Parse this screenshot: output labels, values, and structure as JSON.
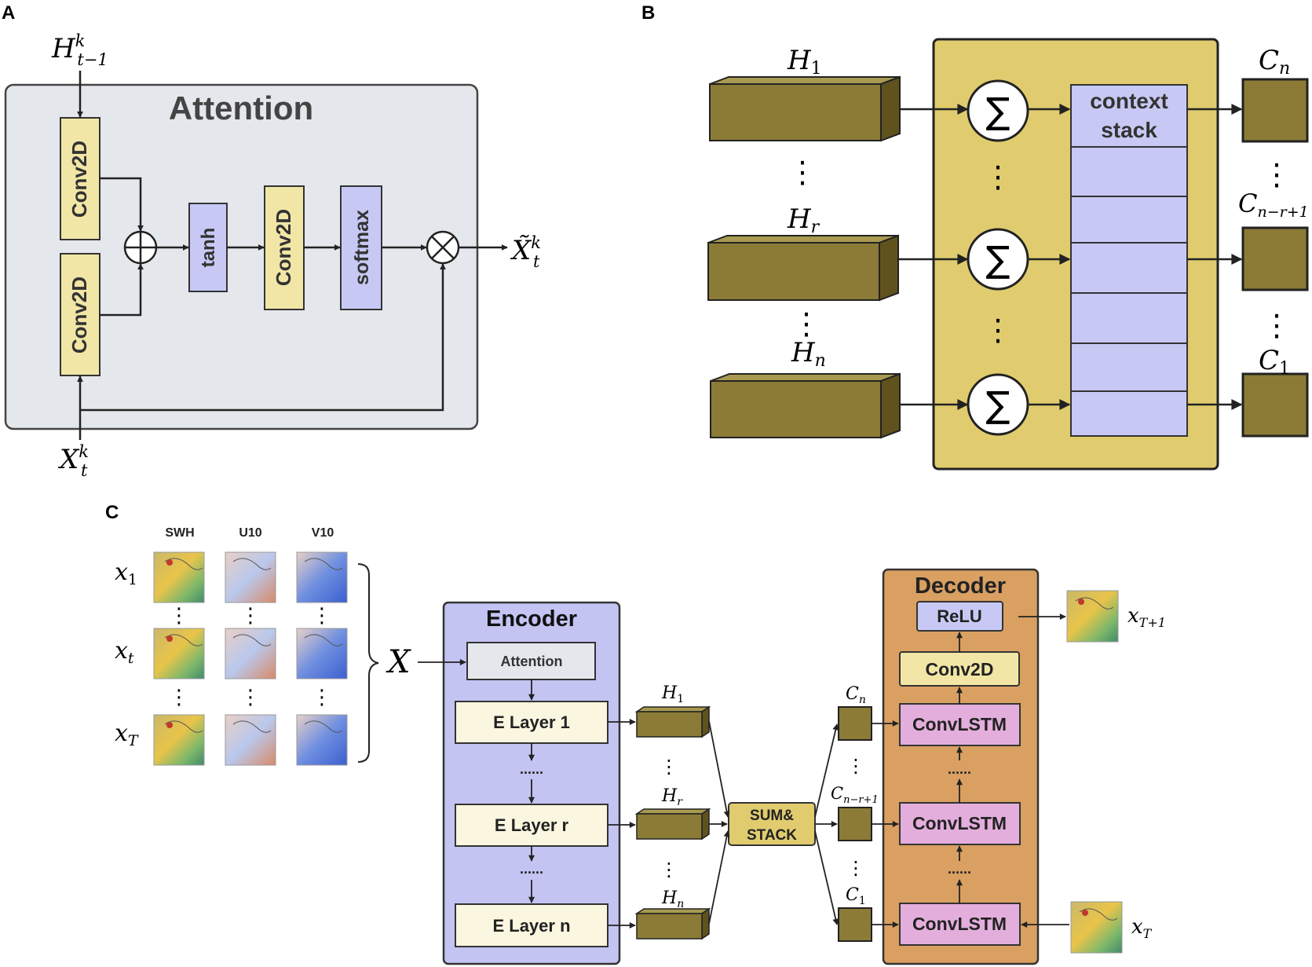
{
  "panel_a": {
    "letter": "A",
    "title": "Attention",
    "input_top": {
      "base": "H",
      "sup": "k",
      "sub": "t−1"
    },
    "input_bottom": {
      "base": "X",
      "sup": "k",
      "sub": "t"
    },
    "output": {
      "base": "X̃",
      "sup": "k",
      "sub": "t"
    },
    "conv_top": "Conv2D",
    "conv_bottom": "Conv2D",
    "tanh": "tanh",
    "conv_mid": "Conv2D",
    "softmax": "softmax"
  },
  "panel_b": {
    "letter": "B",
    "h1": {
      "base": "H",
      "sub": "1"
    },
    "hr": {
      "base": "H",
      "sub": "r"
    },
    "hn": {
      "base": "H",
      "sub": "n"
    },
    "context_line1": "context",
    "context_line2": "stack",
    "cn": {
      "base": "C",
      "sub": "n"
    },
    "cnr": {
      "base": "C",
      "sub": "n−r+1"
    },
    "c1": {
      "base": "C",
      "sub": "1"
    },
    "sigma": "∑",
    "ellipsis": "⋮"
  },
  "panel_c": {
    "letter": "C",
    "columns": [
      "SWH",
      "U10",
      "V10"
    ],
    "rows": [
      {
        "base": "x",
        "sub": "1"
      },
      {
        "base": "x",
        "sub": "t"
      },
      {
        "base": "x",
        "sub": "T"
      }
    ],
    "x_label": "X",
    "encoder_title": "Encoder",
    "attention": "Attention",
    "layer1": "E Layer 1",
    "layerr": "E Layer r",
    "layern": "E Layer n",
    "dots": "......",
    "h1": {
      "base": "H",
      "sub": "1"
    },
    "hr": {
      "base": "H",
      "sub": "r"
    },
    "hn": {
      "base": "H",
      "sub": "n"
    },
    "sum_line1": "SUM&",
    "sum_line2": "STACK",
    "cn": {
      "base": "C",
      "sub": "n"
    },
    "cnr": {
      "base": "C",
      "sub": "n−r+1"
    },
    "c1": {
      "base": "C",
      "sub": "1"
    },
    "decoder_title": "Decoder",
    "relu": "ReLU",
    "conv2d": "Conv2D",
    "convlstm": "ConvLSTM",
    "out": {
      "base": "x",
      "sub": "T+1"
    },
    "in": {
      "base": "x",
      "sub": "T"
    }
  },
  "colors": {
    "panel_gray": "#e4e7ec",
    "yellow": "#f2e6a6",
    "lavender": "#c7c9f4",
    "olive_front": "#8b7b36",
    "olive_top": "#a89a50",
    "olive_side": "#5f521d",
    "mustard": "#e0cc6e",
    "encoder_bg": "#c3c4f2",
    "decoder_bg": "#d9a062",
    "layer_bg": "#faf6e0",
    "convlstm": "#e3aedc"
  }
}
